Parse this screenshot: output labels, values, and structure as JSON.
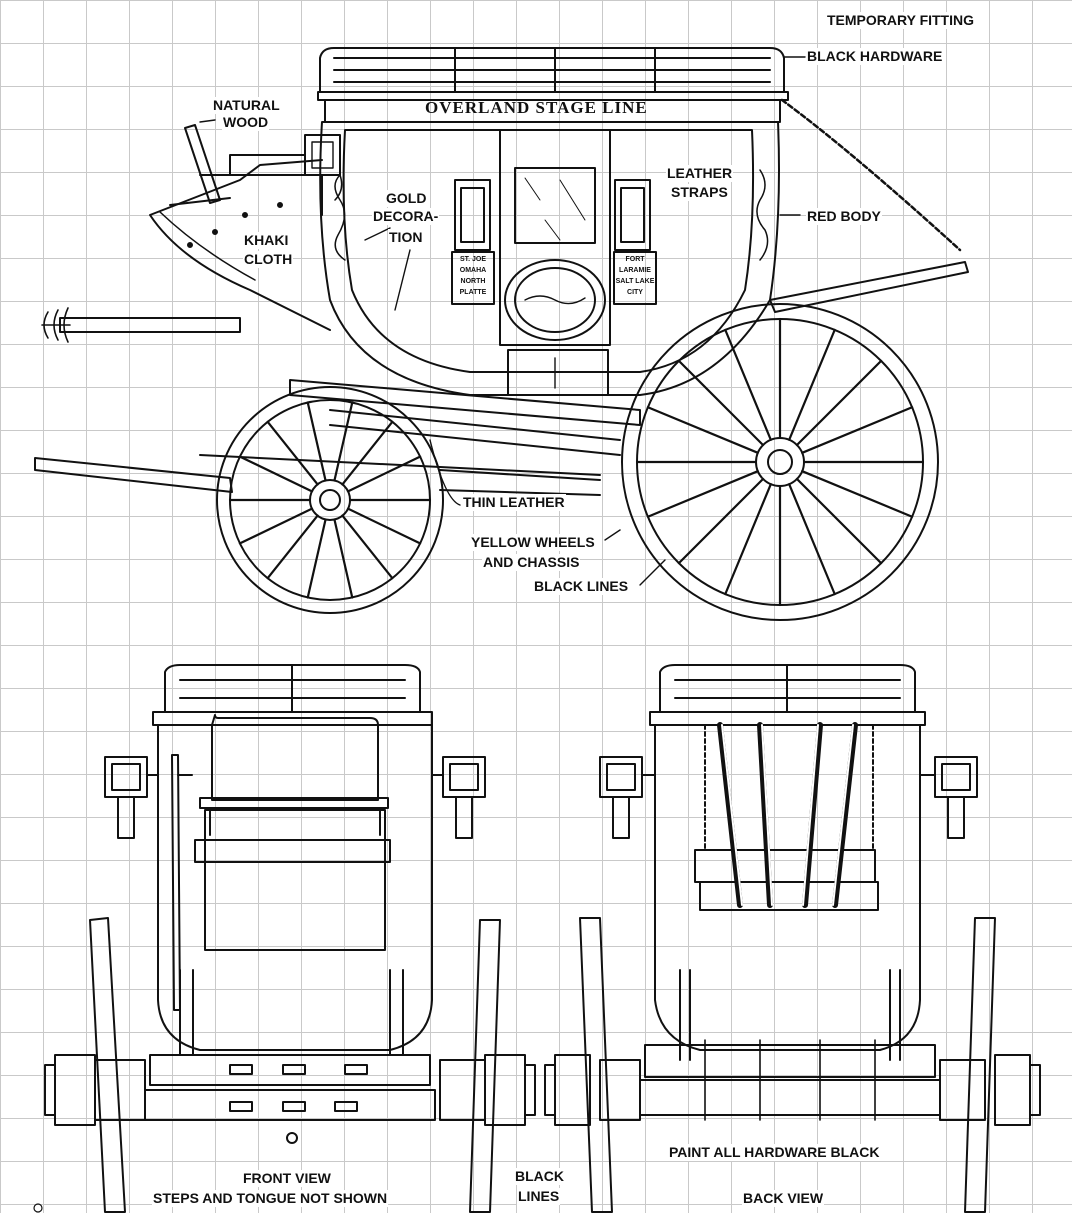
{
  "labels": {
    "temporary_fitting": "TEMPORARY FITTING",
    "black_hardware": "BLACK HARDWARE",
    "natural_wood_1": "NATURAL",
    "natural_wood_2": "WOOD",
    "coach_sign": "OVERLAND STAGE LINE",
    "gold_decoration_1": "GOLD",
    "gold_decoration_2": "DECORA-",
    "gold_decoration_3": "TION",
    "leather_straps_1": "LEATHER",
    "leather_straps_2": "STRAPS",
    "red_body": "RED BODY",
    "khaki_cloth_1": "KHAKI",
    "khaki_cloth_2": "CLOTH",
    "thin_leather": "THIN LEATHER",
    "yellow_wheels_1": "YELLOW WHEELS",
    "yellow_wheels_2": "AND CHASSIS",
    "black_lines": "BLACK LINES",
    "paint_hardware": "PAINT ALL HARDWARE BLACK",
    "front_view_1": "FRONT VIEW",
    "front_view_2": "STEPS AND TONGUE NOT SHOWN",
    "black_lines_bottom_1": "BLACK",
    "black_lines_bottom_2": "LINES",
    "back_view": "BACK VIEW"
  },
  "panel_left": [
    "ST. JOE",
    "OMAHA",
    "NORTH",
    "PLATTE"
  ],
  "panel_right": [
    "FORT",
    "LARAMIE",
    "SALT LAKE",
    "CITY"
  ]
}
